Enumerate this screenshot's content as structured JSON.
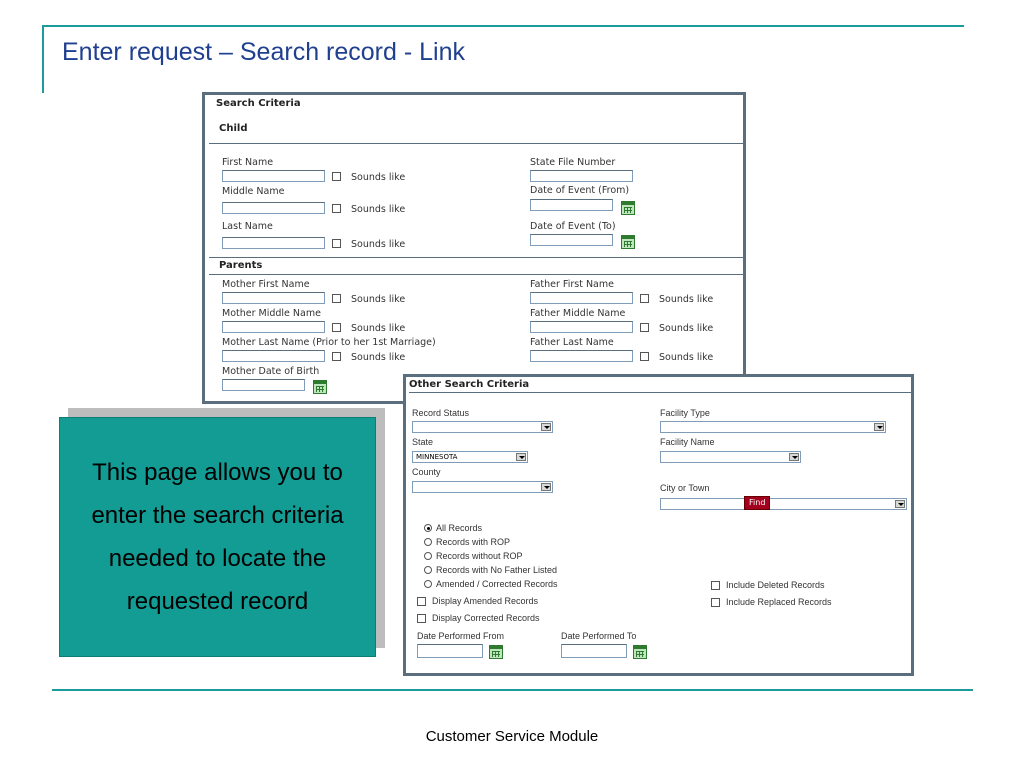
{
  "slide": {
    "title": "Enter request – Search record - Link",
    "footer": "Customer Service Module",
    "callout": "This page allows you to enter the search criteria needed to locate the requested record",
    "accent_color": "#1d9a9a",
    "callout_color": "#129c94"
  },
  "search_panel": {
    "title": "Search Criteria",
    "child_section": "Child",
    "first_name": "First Name",
    "middle_name": "Middle Name",
    "last_name": "Last Name",
    "sounds_like": "Sounds like",
    "state_file_number": "State File Number",
    "date_event_from": "Date of Event (From)",
    "date_event_to": "Date of Event (To)",
    "parents_section": "Parents",
    "mother_first_name": "Mother First Name",
    "mother_middle_name": "Mother Middle Name",
    "mother_last_name": "Mother Last Name (Prior to her 1st Marriage)",
    "mother_dob": "Mother Date of Birth",
    "father_first_name": "Father First Name",
    "father_middle_name": "Father Middle Name",
    "father_last_name": "Father Last Name"
  },
  "other_panel": {
    "title": "Other Search Criteria",
    "record_status": "Record Status",
    "state": "State",
    "state_value": "MINNESOTA",
    "county": "County",
    "facility_type": "Facility Type",
    "facility_name": "Facility Name",
    "city_or_town": "City or Town",
    "find_button": "Find",
    "radios": [
      "All Records",
      "Records with ROP",
      "Records without ROP",
      "Records with No Father Listed",
      "Amended / Corrected Records"
    ],
    "display_amended": "Display Amended Records",
    "display_corrected": "Display Corrected Records",
    "include_deleted": "Include Deleted Records",
    "include_replaced": "Include Replaced Records",
    "date_performed_from": "Date Performed From",
    "date_performed_to": "Date Performed To"
  }
}
